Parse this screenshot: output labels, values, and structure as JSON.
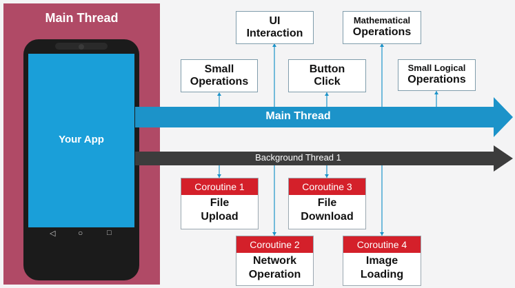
{
  "panel": {
    "title": "Main Thread"
  },
  "phone": {
    "screen_label": "Your App",
    "nav": {
      "back": "◁",
      "home": "○",
      "recent": "□"
    }
  },
  "arrows": {
    "main_thread": {
      "label": "Main Thread",
      "color": "#1c93c9"
    },
    "background_thread": {
      "label": "Background Thread 1",
      "color": "#3c3c3c"
    }
  },
  "main_tasks": {
    "small_operations": [
      "Small",
      "Operations"
    ],
    "ui_interaction": [
      "UI",
      "Interaction"
    ],
    "button_click": [
      "Button",
      "Click"
    ],
    "mathematical_operations": [
      "Mathematical",
      "Operations"
    ],
    "small_logical_operations": [
      "Small Logical",
      "Operations"
    ]
  },
  "coroutines": [
    {
      "title": "Coroutine 1",
      "lines": [
        "File",
        "Upload"
      ]
    },
    {
      "title": "Coroutine 2",
      "lines": [
        "Network",
        "Operation"
      ]
    },
    {
      "title": "Coroutine 3",
      "lines": [
        "File",
        "Download"
      ]
    },
    {
      "title": "Coroutine 4",
      "lines": [
        "Image",
        "Loading"
      ]
    }
  ],
  "colors": {
    "panel": "#b04a66",
    "screen": "#1a9fd9",
    "coroutine_header": "#d4202a"
  }
}
